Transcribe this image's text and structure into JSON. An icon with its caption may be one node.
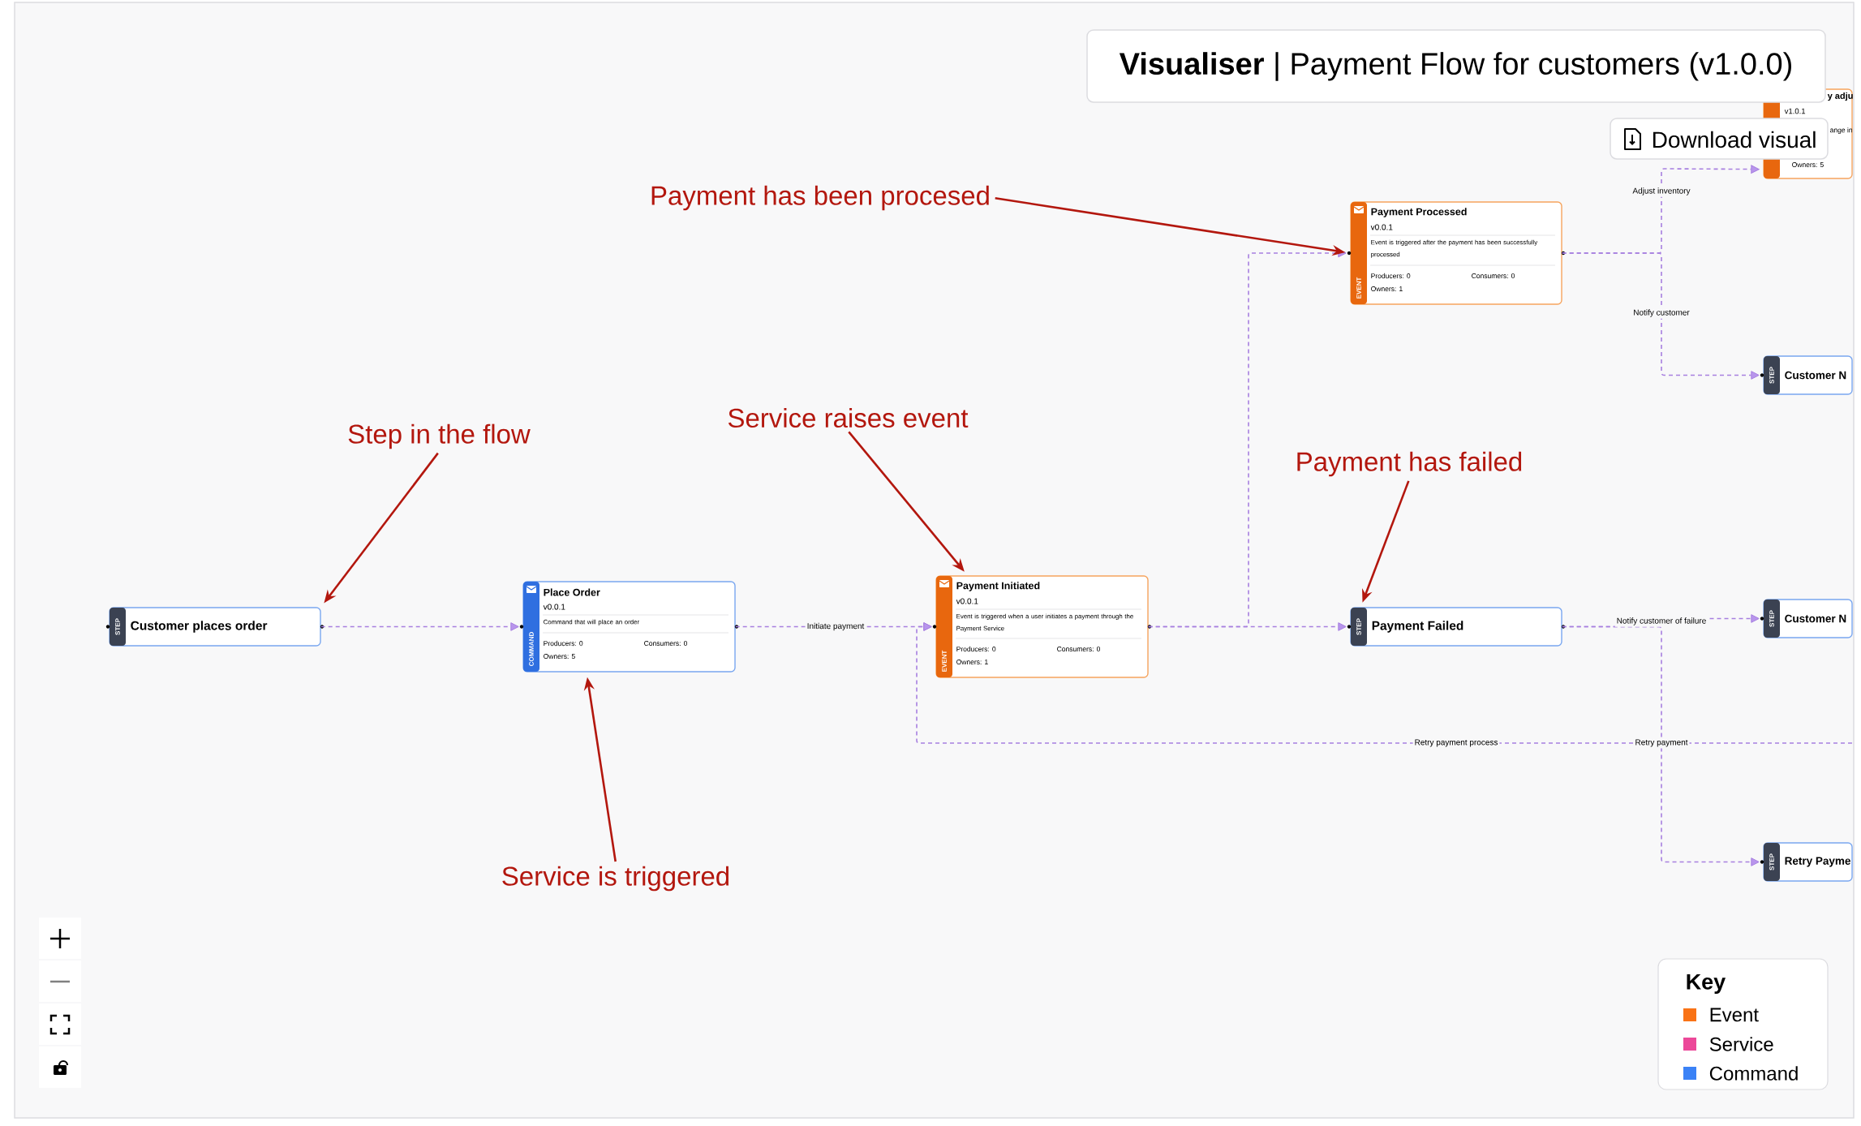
{
  "diagram": {
    "title": "**Visualiser** | Payment Flow for customers (v1.0.0)",
    "nodes": [
      {
        "text": [
          "STEP",
          "Customer places order"
        ]
      },
      {
        "text": [
          "COMMAND",
          "Place Order",
          "v0.0.1",
          "Command that will place an order",
          "Producers: 0",
          "Consumers: 0",
          "Owners: 5"
        ]
      },
      {
        "text": [
          "EVENT",
          "Payment Initiated",
          "v0.0.1",
          "Event is triggered when a user initiates a payment through the Payment Service",
          "Producers: 0",
          "Consumers: 0",
          "Owners: 1"
        ]
      },
      {
        "text": [
          "EVENT",
          "Payment Processed",
          "v0.0.1",
          "Event is triggered after the payment has been successfully processed",
          "Producers: 0",
          "Consumers: 0",
          "Owners: 1"
        ]
      },
      {
        "text": [
          "STEP",
          "Payment Failed"
        ]
      },
      {
        "text": [
          "y adju",
          "v1.0.1",
          "ange in",
          "Owners: 5"
        ]
      },
      {
        "text": [
          "STEP",
          "Customer N"
        ]
      },
      {
        "text": [
          "STEP",
          "Customer N"
        ]
      },
      {
        "text": [
          "STEP",
          "Retry Payme"
        ]
      },
      {
        "text": [
          "Step in the flow"
        ]
      },
      {
        "text": [
          "Service raises event"
        ]
      },
      {
        "text": [
          "Payment has been procesed"
        ]
      },
      {
        "text": [
          "Payment has failed"
        ]
      },
      {
        "text": [
          "Service is triggered"
        ]
      }
    ],
    "edges": [
      {
        "from": 0,
        "to": 1,
        "arrow": "to",
        "style": "dashed"
      },
      {
        "from": 1,
        "to": 2,
        "arrow": "to",
        "style": "dashed",
        "label": "Initiate payment"
      },
      {
        "from": 2,
        "to": 3,
        "arrow": "to",
        "style": "dashed"
      },
      {
        "from": 2,
        "to": 4,
        "arrow": "to",
        "style": "dashed"
      },
      {
        "from": 3,
        "to": 5,
        "arrow": "to",
        "style": "dashed",
        "label": "Adjust inventory"
      },
      {
        "from": 3,
        "to": 6,
        "arrow": "to",
        "style": "dashed",
        "label": "Notify customer"
      },
      {
        "from": 4,
        "to": 7,
        "arrow": "to",
        "style": "dashed",
        "label": "Notify customer of failure"
      },
      {
        "from": 4,
        "to": 8,
        "arrow": "to",
        "style": "dashed",
        "label": "Retry payment"
      },
      {
        "from": null,
        "to": 2,
        "arrow": "to",
        "style": "dashed",
        "label": "Retry payment process"
      },
      {
        "from": 9,
        "to": 0,
        "arrow": "to",
        "color": "#b3170e"
      },
      {
        "from": 10,
        "to": 2,
        "arrow": "to",
        "color": "#b3170e"
      },
      {
        "from": 11,
        "to": 3,
        "arrow": "to",
        "color": "#b3170e"
      },
      {
        "from": 12,
        "to": 4,
        "arrow": "to",
        "color": "#b3170e"
      },
      {
        "from": 13,
        "to": 1,
        "arrow": "to",
        "color": "#b3170e"
      }
    ],
    "labels": [
      "Download visual",
      "Key"
    ],
    "legend": [
      {
        "text": "Event",
        "color": "#f97316"
      },
      {
        "text": "Service",
        "color": "#ec4899"
      },
      {
        "text": "Command",
        "color": "#3b82f6"
      }
    ]
  }
}
